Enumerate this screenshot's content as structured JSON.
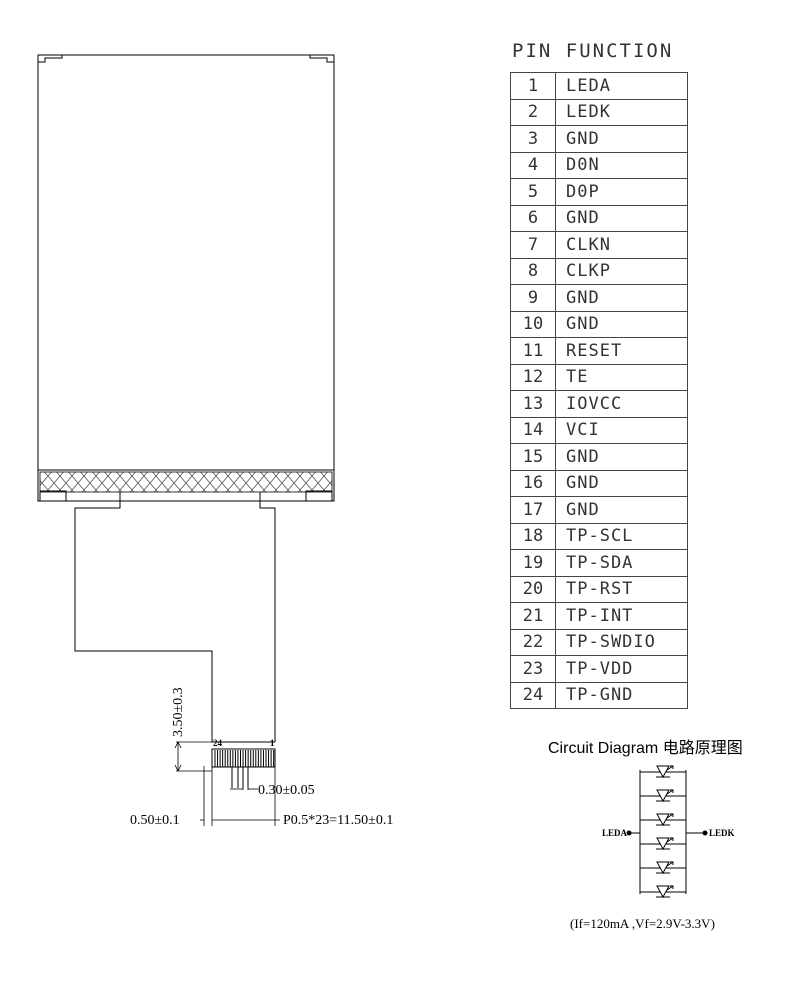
{
  "pin_function": {
    "title": "PIN FUNCTION",
    "pins": [
      {
        "num": "1",
        "fn": "LEDA"
      },
      {
        "num": "2",
        "fn": "LEDK"
      },
      {
        "num": "3",
        "fn": "GND"
      },
      {
        "num": "4",
        "fn": "D0N"
      },
      {
        "num": "5",
        "fn": "D0P"
      },
      {
        "num": "6",
        "fn": "GND"
      },
      {
        "num": "7",
        "fn": "CLKN"
      },
      {
        "num": "8",
        "fn": "CLKP"
      },
      {
        "num": "9",
        "fn": "GND"
      },
      {
        "num": "10",
        "fn": "GND"
      },
      {
        "num": "11",
        "fn": "RESET"
      },
      {
        "num": "12",
        "fn": "TE"
      },
      {
        "num": "13",
        "fn": "IOVCC"
      },
      {
        "num": "14",
        "fn": "VCI"
      },
      {
        "num": "15",
        "fn": "GND"
      },
      {
        "num": "16",
        "fn": "GND"
      },
      {
        "num": "17",
        "fn": "GND"
      },
      {
        "num": "18",
        "fn": "TP-SCL"
      },
      {
        "num": "19",
        "fn": "TP-SDA"
      },
      {
        "num": "20",
        "fn": "TP-RST"
      },
      {
        "num": "21",
        "fn": "TP-INT"
      },
      {
        "num": "22",
        "fn": "TP-SWDIO"
      },
      {
        "num": "23",
        "fn": "TP-VDD"
      },
      {
        "num": "24",
        "fn": "TP-GND"
      }
    ]
  },
  "dimensions": {
    "height": "3.50±0.3",
    "pin_width": "0.30±0.05",
    "edge": "0.50±0.1",
    "pitch": "P0.5*23=11.50±0.1",
    "pin_first": "24",
    "pin_last": "1"
  },
  "circuit": {
    "title": "Circuit Diagram 电路原理图",
    "anode_label": "LEDA",
    "cathode_label": "LEDK",
    "note": "(If=120mA ,Vf=2.9V-3.3V)",
    "led_count": 6
  }
}
